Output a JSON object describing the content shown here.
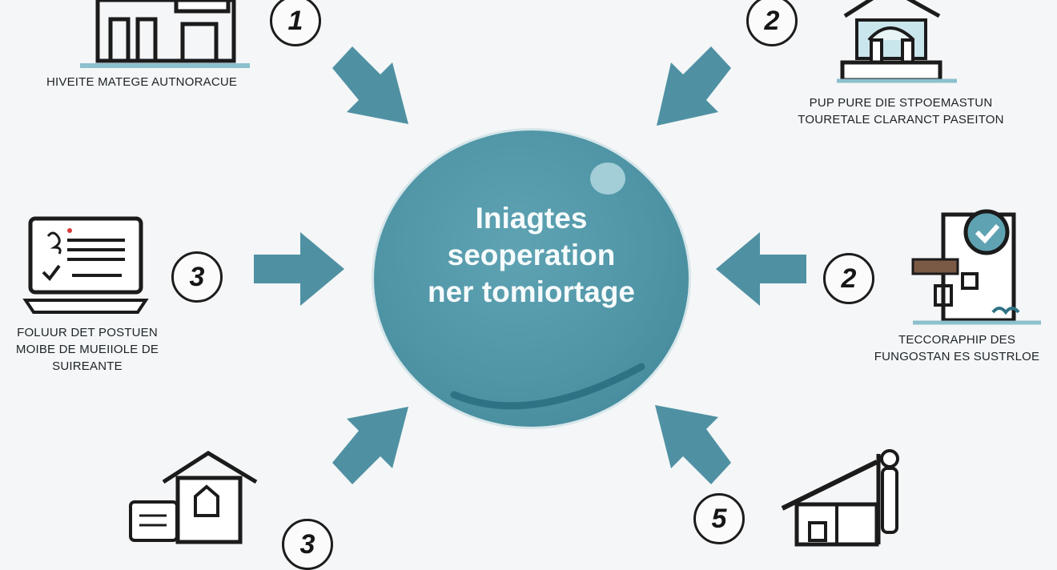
{
  "hub": {
    "lines": [
      "Iniagtes",
      "seoperation",
      "ner tomiortage"
    ],
    "color": "#4f95a6"
  },
  "nodes": [
    {
      "id": "top-left",
      "number": "1",
      "icon": "building-icon",
      "lines": [
        "HIVEITE MATEGE AUTNORACUE"
      ]
    },
    {
      "id": "top-right",
      "number": "2",
      "icon": "house-gazebo-icon",
      "lines": [
        "PUP PURE DIE STPOEMASTUN",
        "TOURETALE CLARANCT PASEITON"
      ]
    },
    {
      "id": "mid-left",
      "number": "3",
      "icon": "laptop-checklist-icon",
      "lines": [
        "FOLUUR DET POSTUEN",
        "MOIBE DE MUEIIOLE DE",
        "SUIREANTE"
      ]
    },
    {
      "id": "mid-right",
      "number": "2",
      "icon": "building-check-icon",
      "lines": [
        "TECCORAPHIP DES",
        "FUNGOSTAN ES SUSTRLOE"
      ]
    },
    {
      "id": "bottom-left",
      "number": "3",
      "icon": "house-chat-icon",
      "lines": []
    },
    {
      "id": "bottom-right",
      "number": "5",
      "icon": "house-construction-icon",
      "lines": []
    }
  ],
  "colors": {
    "arrow": "#4f91a3",
    "stroke": "#1b1b1b",
    "accent_red": "#d93a3a",
    "accent_brown": "#7a5a44"
  }
}
